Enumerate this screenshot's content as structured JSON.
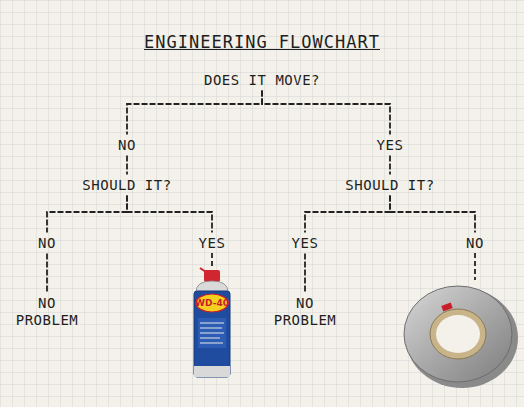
{
  "diagram": {
    "title": "ENGINEERING FLOWCHART",
    "nodes": [
      {
        "text": [
          "DOES IT MOVE?"
        ]
      },
      {
        "text": [
          "NO"
        ]
      },
      {
        "text": [
          "YES"
        ]
      },
      {
        "text": [
          "SHOULD IT?"
        ]
      },
      {
        "text": [
          "SHOULD IT?"
        ]
      },
      {
        "text": [
          "NO"
        ]
      },
      {
        "text": [
          "YES"
        ]
      },
      {
        "text": [
          "YES"
        ]
      },
      {
        "text": [
          "NO"
        ]
      },
      {
        "text": [
          "NO PROBLEM"
        ]
      },
      {
        "text": [
          "NO PROBLEM"
        ]
      }
    ],
    "edges": [
      {
        "from": 0,
        "to": 1,
        "arrow": "none"
      },
      {
        "from": 0,
        "to": 2,
        "arrow": "none"
      },
      {
        "from": 1,
        "to": 3,
        "arrow": "none"
      },
      {
        "from": 2,
        "to": 4,
        "arrow": "none"
      },
      {
        "from": 3,
        "to": 5,
        "arrow": "none"
      },
      {
        "from": 3,
        "to": 6,
        "arrow": "none"
      },
      {
        "from": 4,
        "to": 7,
        "arrow": "none"
      },
      {
        "from": 4,
        "to": 8,
        "arrow": "none"
      },
      {
        "from": 5,
        "to": 9,
        "arrow": "none"
      },
      {
        "from": 7,
        "to": 10,
        "arrow": "none"
      }
    ],
    "labels": [
      "WD-40"
    ]
  }
}
